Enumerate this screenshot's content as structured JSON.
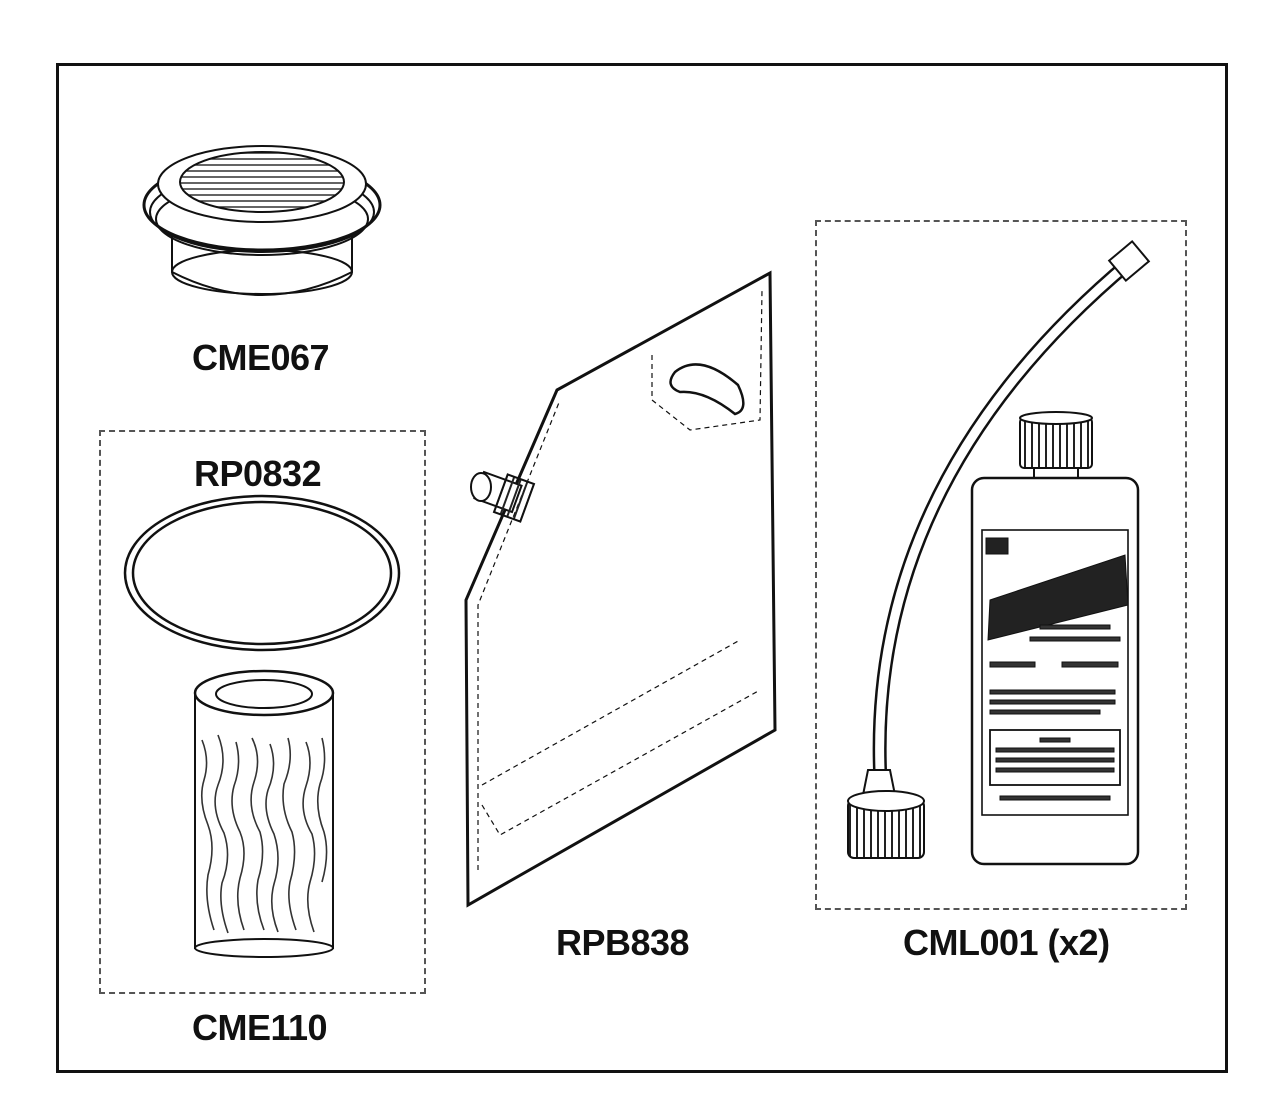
{
  "parts": {
    "cme067": {
      "label": "CME067"
    },
    "rp0832": {
      "label": "RP0832"
    },
    "cme110": {
      "label": "CME110"
    },
    "rpb838": {
      "label": "RPB838"
    },
    "cml001": {
      "label": "CML001 (x2)"
    }
  }
}
